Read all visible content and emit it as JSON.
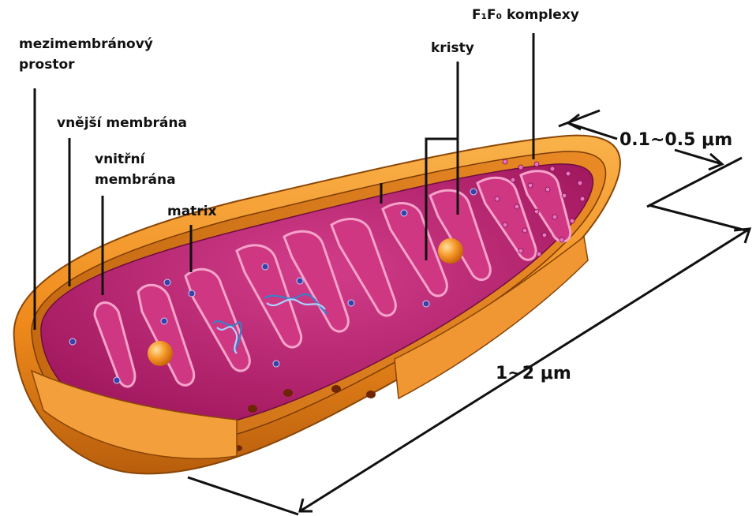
{
  "labels": {
    "intermembrane_space_line1": "mezimembránový",
    "intermembrane_space_line2": "prostor",
    "outer_membrane": "vnější membrána",
    "inner_membrane_line1": "vnitřní",
    "inner_membrane_line2": "membrána",
    "matrix": "matrix",
    "cristae": "kristy",
    "f1f0_complexes": "F₁F₀ komplexy",
    "width_measure": "0.1~0.5 μm",
    "length_measure": "1~2 μm"
  },
  "colors": {
    "outer_membrane": "#f08a1c",
    "outer_membrane_dark": "#c4650d",
    "matrix": "#b8206e",
    "cristae_fold": "#d13a86",
    "cristae_edge": "#f7a9cf",
    "granule": "#3742a8",
    "ribosome_dot": "#e873c0",
    "orange_granule": "#f59a2a",
    "leader_line": "#111111"
  }
}
